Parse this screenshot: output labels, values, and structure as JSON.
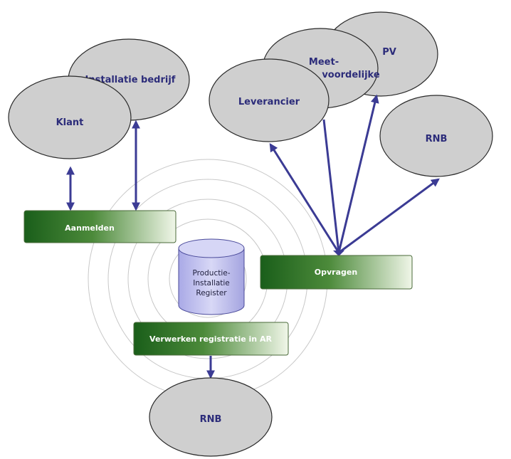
{
  "nodes": {
    "installatie_bedrijf": "Installatie bedrijf",
    "klant": "Klant",
    "pv": "PV",
    "meetverantwoordelijke_line1": "Meet-",
    "meetverantwoordelijke_line2": "voordelijke",
    "leverancier": "Leverancier",
    "rnb_top": "RNB",
    "rnb_bottom": "RNB"
  },
  "processes": {
    "aanmelden": "Aanmelden",
    "opvragen": "Opvragen",
    "verwerken": "Verwerken  registratie in AR"
  },
  "register": {
    "line1": "Productie-",
    "line2": "Installatie",
    "line3": "Register"
  },
  "colors": {
    "ellipse_fill": "#cfcfcf",
    "ellipse_stroke": "#2a2a2a",
    "label_text": "#2c2c7a",
    "arrow": "#3b3b94",
    "box_dark": "#1f6a1f",
    "box_light": "#eef5e4",
    "cylinder": "#c9c9f0"
  }
}
